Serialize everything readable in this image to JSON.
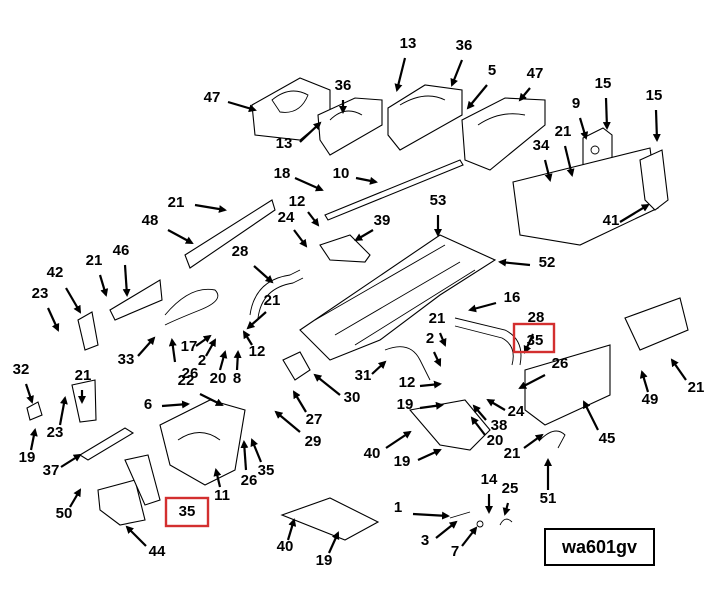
{
  "diagram": {
    "drawing_code": "wa601gv",
    "highlight_color": "#d32f2f",
    "highlighted_callouts": [
      "35",
      "35"
    ],
    "callouts": [
      "47",
      "36",
      "13",
      "36",
      "5",
      "47",
      "15",
      "9",
      "15",
      "13",
      "21",
      "18",
      "10",
      "34",
      "12",
      "24",
      "39",
      "53",
      "21",
      "48",
      "41",
      "28",
      "21",
      "46",
      "52",
      "42",
      "23",
      "16",
      "21",
      "28",
      "35",
      "21",
      "2",
      "33",
      "17",
      "12",
      "26",
      "2",
      "20",
      "8",
      "12",
      "26",
      "22",
      "6",
      "31",
      "30",
      "27",
      "19",
      "24",
      "38",
      "20",
      "29",
      "40",
      "19",
      "32",
      "21",
      "19",
      "23",
      "37",
      "21",
      "45",
      "26",
      "35",
      "11",
      "50",
      "35",
      "44",
      "40",
      "19",
      "49",
      "21",
      "51",
      "1",
      "14",
      "25",
      "3",
      "7"
    ]
  }
}
